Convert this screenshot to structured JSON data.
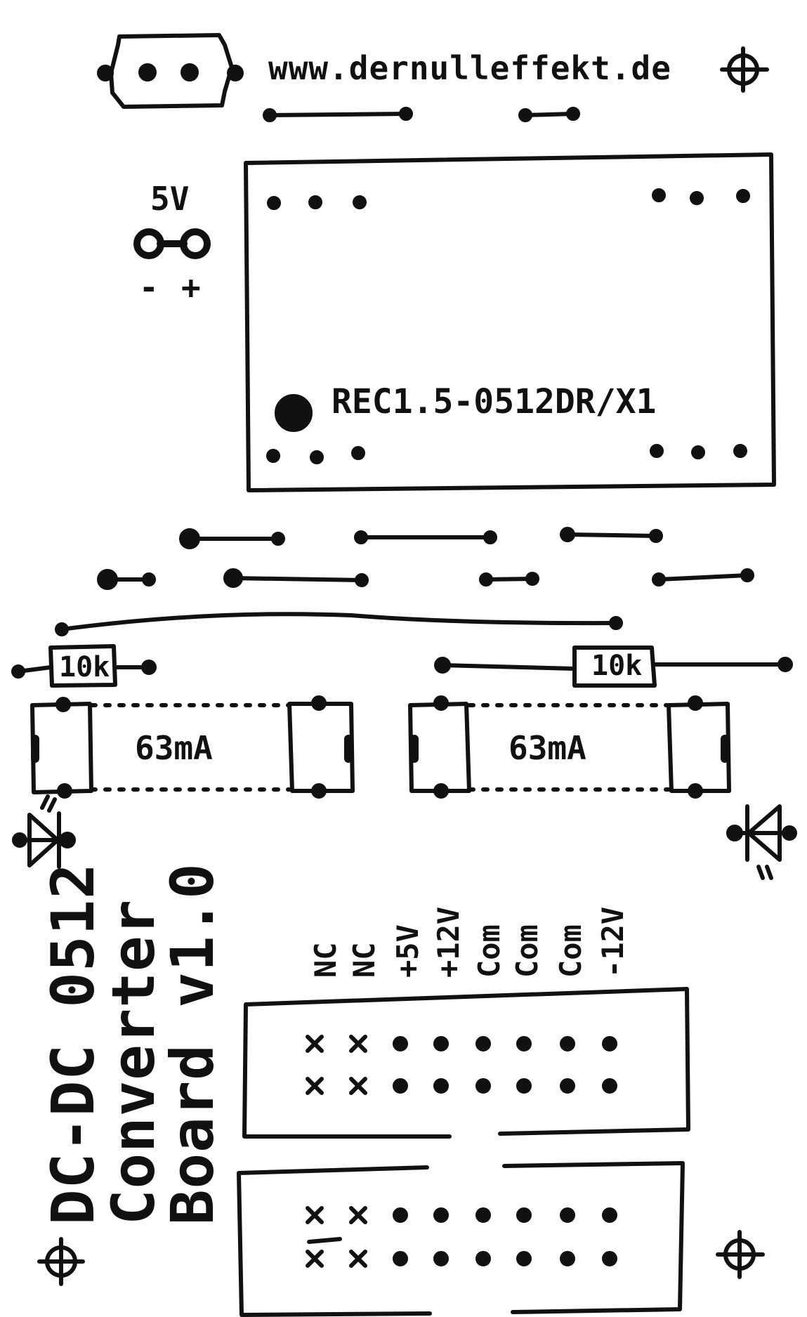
{
  "website": "www.dernulleffekt.de",
  "power_input": {
    "voltage_label": "5V",
    "minus_label": "-",
    "plus_label": "+"
  },
  "converter_module": {
    "part_number": "REC1.5-0512DR/X1"
  },
  "resistors": {
    "left": "10k",
    "right": "10k"
  },
  "fuses": {
    "left": "63mA",
    "right": "63mA"
  },
  "header_pins": [
    "NC",
    "NC",
    "+5V",
    "+12V",
    "Com",
    "Com",
    "Com",
    "-12V"
  ],
  "board_title": {
    "line1": "DC-DC 0512",
    "line2": "Converter",
    "line3": "Board v1.0"
  }
}
